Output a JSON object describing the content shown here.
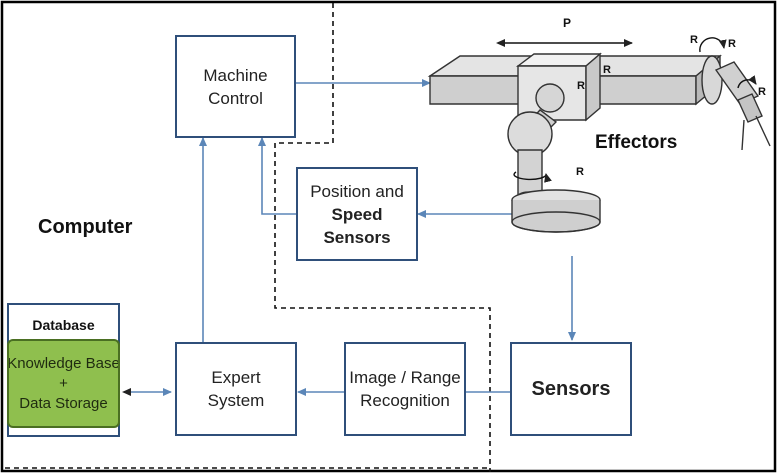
{
  "diagram": {
    "computer_label": "Computer",
    "effectors_label": "Effectors",
    "nodes": {
      "machine_control": {
        "line1": "Machine",
        "line2": "Control"
      },
      "position_speed": {
        "line1": "Position and",
        "line2": "Speed Sensors"
      },
      "expert_system": {
        "line1": "Expert",
        "line2": "System"
      },
      "image_recognition": {
        "line1": "Image / Range",
        "line2": "Recognition"
      },
      "sensors": {
        "label": "Sensors"
      },
      "database": {
        "title": "Database",
        "line1": "Knowledge Base",
        "line2": "+",
        "line3": "Data Storage"
      }
    },
    "robot": {
      "prismatic_label": "P",
      "revolute_label": "R"
    },
    "colors": {
      "box_border": "#2f4f7a",
      "arrow": "#5b86b8",
      "database_fill": "#8fbf4e",
      "frame": "#000000"
    }
  }
}
